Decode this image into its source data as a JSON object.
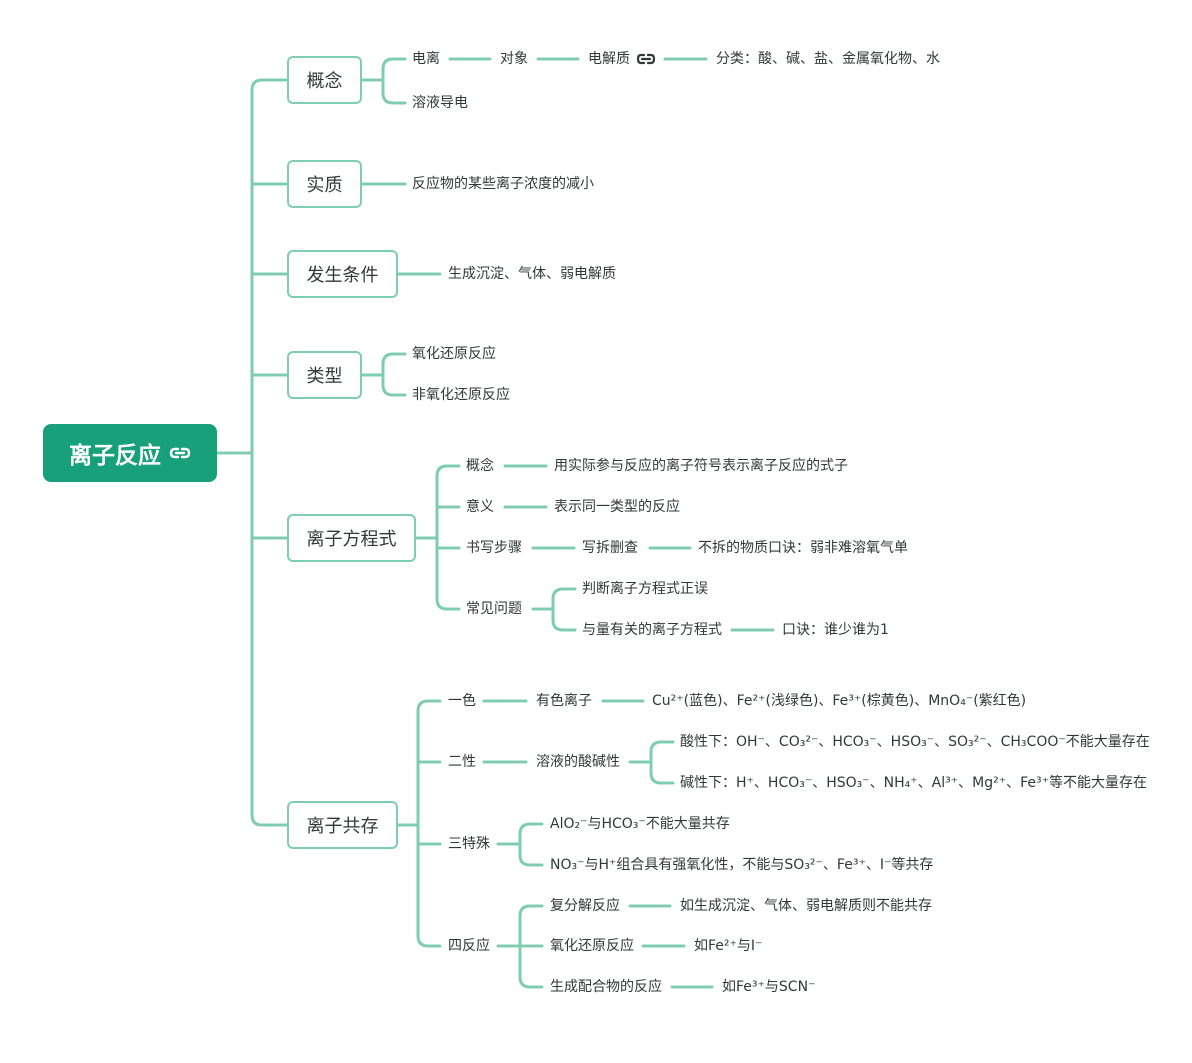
{
  "root": {
    "label": "离子反应",
    "icon": "link-icon"
  },
  "branches": {
    "concept": {
      "label": "概念",
      "dianli": "电离",
      "duixiang": "对象",
      "dianjiezhi": "电解质",
      "fenlei": "分类：酸、碱、盐、金属氧化物、水",
      "rongye": "溶液导电"
    },
    "essence": {
      "label": "实质",
      "text": "反应物的某些离子浓度的减小"
    },
    "condition": {
      "label": "发生条件",
      "text": "生成沉淀、气体、弱电解质"
    },
    "type": {
      "label": "类型",
      "redox": "氧化还原反应",
      "nonredox": "非氧化还原反应"
    },
    "equation": {
      "label": "离子方程式",
      "concept": "概念",
      "concept_text": "用实际参与反应的离子符号表示离子反应的式子",
      "meaning": "意义",
      "meaning_text": "表示同一类型的反应",
      "steps": "书写步骤",
      "steps_text": "写拆删查",
      "steps_tip": "不拆的物质口诀：弱非难溶氧气单",
      "common": "常见问题",
      "judge": "判断离子方程式正误",
      "quantity": "与量有关的离子方程式",
      "quantity_tip": "口诀：谁少谁为1"
    },
    "coexist": {
      "label": "离子共存",
      "color": "一色",
      "color_ions": "有色离子",
      "color_text": "Cu²⁺(蓝色)、Fe²⁺(浅绿色)、Fe³⁺(棕黄色)、MnO₄⁻(紫红色)",
      "property": "二性",
      "property_text": "溶液的酸碱性",
      "acidic": "酸性下：OH⁻、CO₃²⁻、HCO₃⁻、HSO₃⁻、SO₃²⁻、CH₃COO⁻不能大量存在",
      "basic": "碱性下：H⁺、HCO₃⁻、HSO₃⁻、NH₄⁺、Al³⁺、Mg²⁺、Fe³⁺等不能大量存在",
      "special": "三特殊",
      "special1": "AlO₂⁻与HCO₃⁻不能大量共存",
      "special2": "NO₃⁻与H⁺组合具有强氧化性，不能与SO₃²⁻、Fe³⁺、I⁻等共存",
      "reaction": "四反应",
      "r1": "复分解反应",
      "r1_text": "如生成沉淀、气体、弱电解质则不能共存",
      "r2": "氧化还原反应",
      "r2_text": "如Fe²⁺与I⁻",
      "r3": "生成配合物的反应",
      "r3_text": "如Fe³⁺与SCN⁻"
    }
  },
  "colors": {
    "line": "#7fcdb0",
    "root": "#17a07a",
    "text": "#2f3a36"
  }
}
